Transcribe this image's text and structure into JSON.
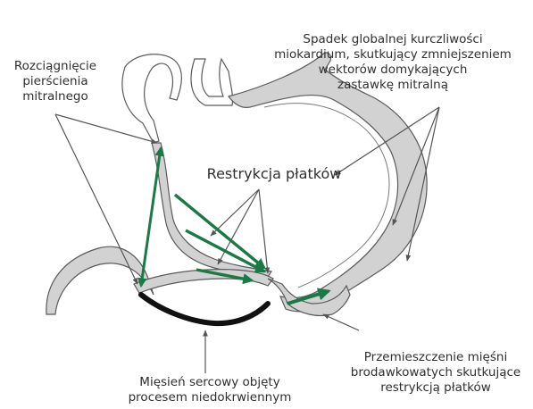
{
  "labels": {
    "annulus_dilation": [
      "Rozciągnięcie",
      "pierścienia",
      "mitralnego"
    ],
    "global_contractility": [
      "Spadek globalnej kurczliwości",
      "miokardium, skutkujący zmniejszeniem",
      "wektorów domykających",
      "zastawkę mitralną"
    ],
    "leaflet_restriction": [
      "Restrykcja płatków"
    ],
    "ischemic_myocardium": [
      "Mięsień sercowy objęty",
      "procesem niedokrwiennym"
    ],
    "papillary_displacement": [
      "Przemieszczenie mięśni",
      "brodawkowatych skutkujące",
      "restrykcją płatków"
    ]
  },
  "colors": {
    "tissue_fill": "#d2d2d2",
    "tissue_stroke": "#5a5a5a",
    "ischemic_segment": "#111111",
    "pointer_arrow": "#555555",
    "green_arrow": "#1a7a45"
  }
}
